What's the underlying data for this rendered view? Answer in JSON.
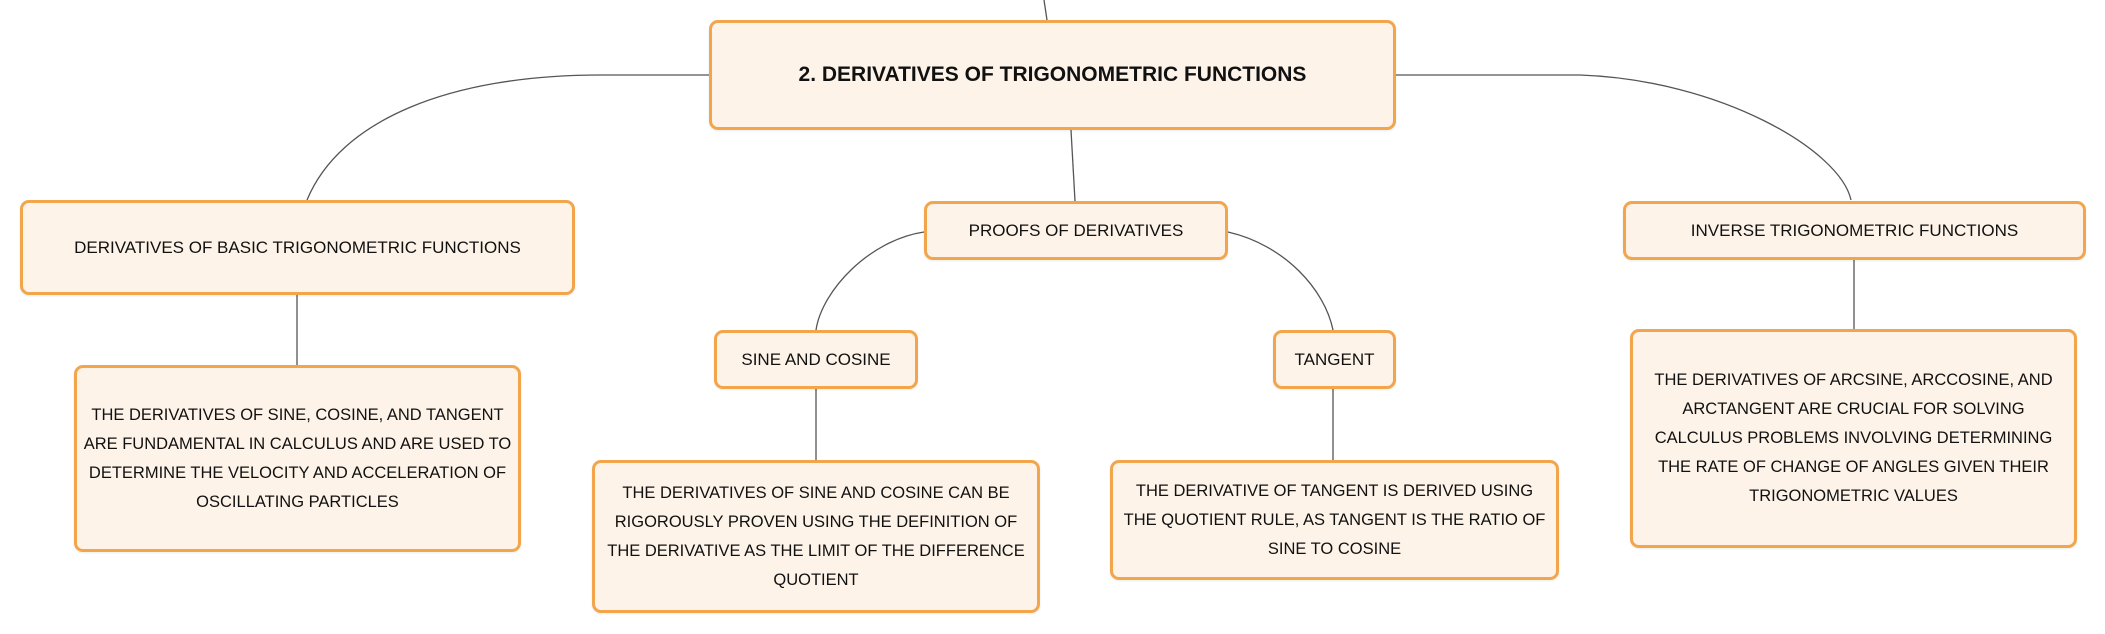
{
  "colors": {
    "node_fill": "#fdf3e9",
    "node_border": "#f3a54c",
    "edge": "#555555"
  },
  "root": {
    "label": "2. DERIVATIVES OF TRIGONOMETRIC FUNCTIONS"
  },
  "branches": {
    "basic": {
      "label": "DERIVATIVES OF BASIC TRIGONOMETRIC FUNCTIONS",
      "description": "THE DERIVATIVES OF SINE, COSINE, AND TANGENT ARE FUNDAMENTAL IN CALCULUS AND ARE USED TO DETERMINE THE VELOCITY AND ACCELERATION OF OSCILLATING PARTICLES"
    },
    "proofs": {
      "label": "PROOFS OF DERIVATIVES",
      "sine_cosine": {
        "label": "SINE AND COSINE",
        "description": "THE DERIVATIVES OF SINE AND COSINE CAN BE RIGOROUSLY PROVEN USING THE DEFINITION OF THE DERIVATIVE AS THE LIMIT OF THE DIFFERENCE QUOTIENT"
      },
      "tangent": {
        "label": "TANGENT",
        "description": "THE DERIVATIVE OF TANGENT IS DERIVED USING THE QUOTIENT RULE, AS TANGENT IS THE RATIO OF SINE TO COSINE"
      }
    },
    "inverse": {
      "label": "INVERSE TRIGONOMETRIC FUNCTIONS",
      "description": "THE DERIVATIVES OF ARCSINE, ARCCOSINE, AND ARCTANGENT ARE CRUCIAL FOR SOLVING CALCULUS PROBLEMS INVOLVING DETERMINING THE RATE OF CHANGE OF ANGLES GIVEN THEIR TRIGONOMETRIC VALUES"
    }
  }
}
